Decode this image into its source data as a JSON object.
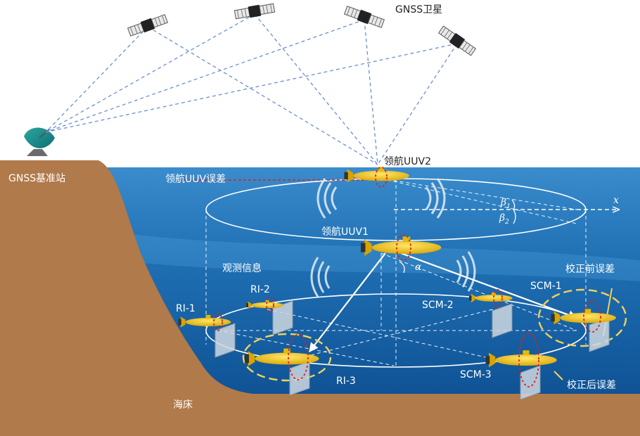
{
  "satellites_label": "GNSS卫星",
  "base_station_label": "GNSS基准站",
  "uuv2_label": "领航UUV2",
  "uuv2_error_label": "领航UUV误差",
  "uuv1_label": "领航UUV1",
  "observation_label": "观测信息",
  "before_correction_label": "校正前误差",
  "after_correction_label": "校正后误差",
  "seabed_label": "海床",
  "axis_x": "x",
  "angle_alpha": "α",
  "angle_beta1": "β",
  "angle_beta1_sub": "1",
  "angle_beta2": "β",
  "angle_beta2_sub": "2",
  "vehicles": {
    "ri1": "RI-1",
    "ri2": "RI-2",
    "ri3": "RI-3",
    "scm1": "SCM-1",
    "scm2": "SCM-2",
    "scm3": "SCM-3"
  },
  "colors": {
    "sea_top": "#2e7fc0",
    "sea_bottom": "#0b4d8f",
    "seabed": "#b07a4a",
    "vehicle": "#f2c200",
    "error_red": "#e0201a",
    "dash_yellow": "#f2d25a",
    "dash_blue": "#6d8fd0"
  }
}
